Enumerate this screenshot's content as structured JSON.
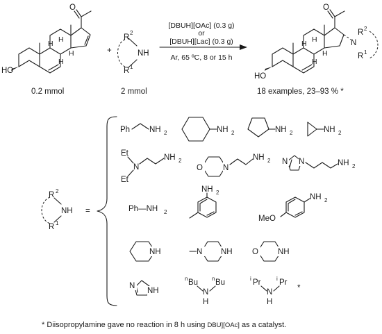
{
  "reaction": {
    "condition_1": "[DBUH][OAc] (0.3 g)",
    "condition_or": "or",
    "condition_2": "[DBUH][Lac] (0.3 g)",
    "condition_3": "Ar, 65 ºC, 8 or 15 h",
    "substrate_amount": "0.2 mmol",
    "amine_amount": "2 mmol",
    "plus": "+",
    "yield_text": "18 examples, 23–93 % *"
  },
  "labels": {
    "HO": "HO",
    "H": "H",
    "NH": "NH",
    "N": "N",
    "R": "R",
    "two": "2",
    "one": "1",
    "equals": "=",
    "Ph": "Ph",
    "NH2": "NH",
    "sub2": "2",
    "Et": "Et",
    "O": "O",
    "MeO": "MeO",
    "PhNH2": "Ph—NH",
    "nBu": "Bu",
    "n": "n",
    "iPr": "Pr",
    "i": "i",
    "star": "*"
  },
  "footnote": {
    "text_a": "* Diisopropylamine gave no reaction in 8 h using ",
    "text_b": "DBU][OAc]",
    "text_c": " as a catalyst."
  }
}
